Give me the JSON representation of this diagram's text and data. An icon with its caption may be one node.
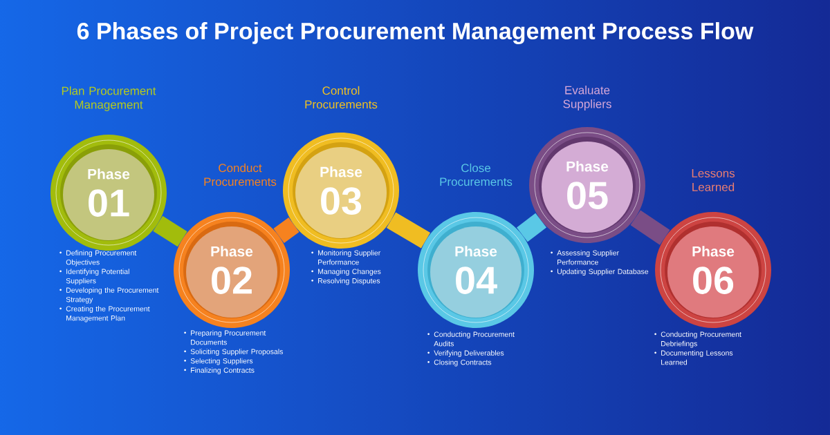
{
  "diagram": {
    "title": "6 Phases of Project Procurement Management Process Flow",
    "nodes": [
      {
        "text": [
          "Plan Procurement Management",
          "Phase",
          "01"
        ],
        "beside": [
          "Defining Procurement Objectives",
          "Identifying Potential Suppliers",
          "Developing the Procurement Strategy",
          "Creating the Procurement Management Plan"
        ]
      },
      {
        "text": [
          "Conduct Procurements",
          "Phase",
          "02"
        ],
        "beside": [
          "Preparing Procurement Documents",
          "Soliciting Supplier Proposals",
          "Selecting Suppliers",
          "Finalizing Contracts"
        ]
      },
      {
        "text": [
          "Control Procurements",
          "Phase",
          "03"
        ],
        "beside": [
          "Monitoring Supplier Performance",
          "Managing Changes",
          "Resolving Disputes"
        ]
      },
      {
        "text": [
          "Close Procurements",
          "Phase",
          "04"
        ],
        "beside": [
          "Conducting Procurement Audits",
          "Verifying Deliverables",
          "Closing Contracts"
        ]
      },
      {
        "text": [
          "Evaluate Suppliers",
          "Phase",
          "05"
        ],
        "beside": [
          "Assessing Supplier Performance",
          "Updating Supplier Database"
        ]
      },
      {
        "text": [
          "Lessons Learned",
          "Phase",
          "06"
        ],
        "beside": [
          "Conducting Procurement Debriefings",
          "Documenting Lessons Learned"
        ]
      }
    ],
    "edges": [
      {
        "from": 0,
        "to": 1,
        "arrow": "none",
        "color": "#a2bc0c"
      },
      {
        "from": 1,
        "to": 2,
        "arrow": "none",
        "color": "#f6821f"
      },
      {
        "from": 2,
        "to": 3,
        "arrow": "none",
        "color": "#f0bd22"
      },
      {
        "from": 3,
        "to": 4,
        "arrow": "none",
        "color": "#5ac8e6"
      },
      {
        "from": 4,
        "to": 5,
        "arrow": "none",
        "color": "#7a4d86"
      }
    ]
  }
}
